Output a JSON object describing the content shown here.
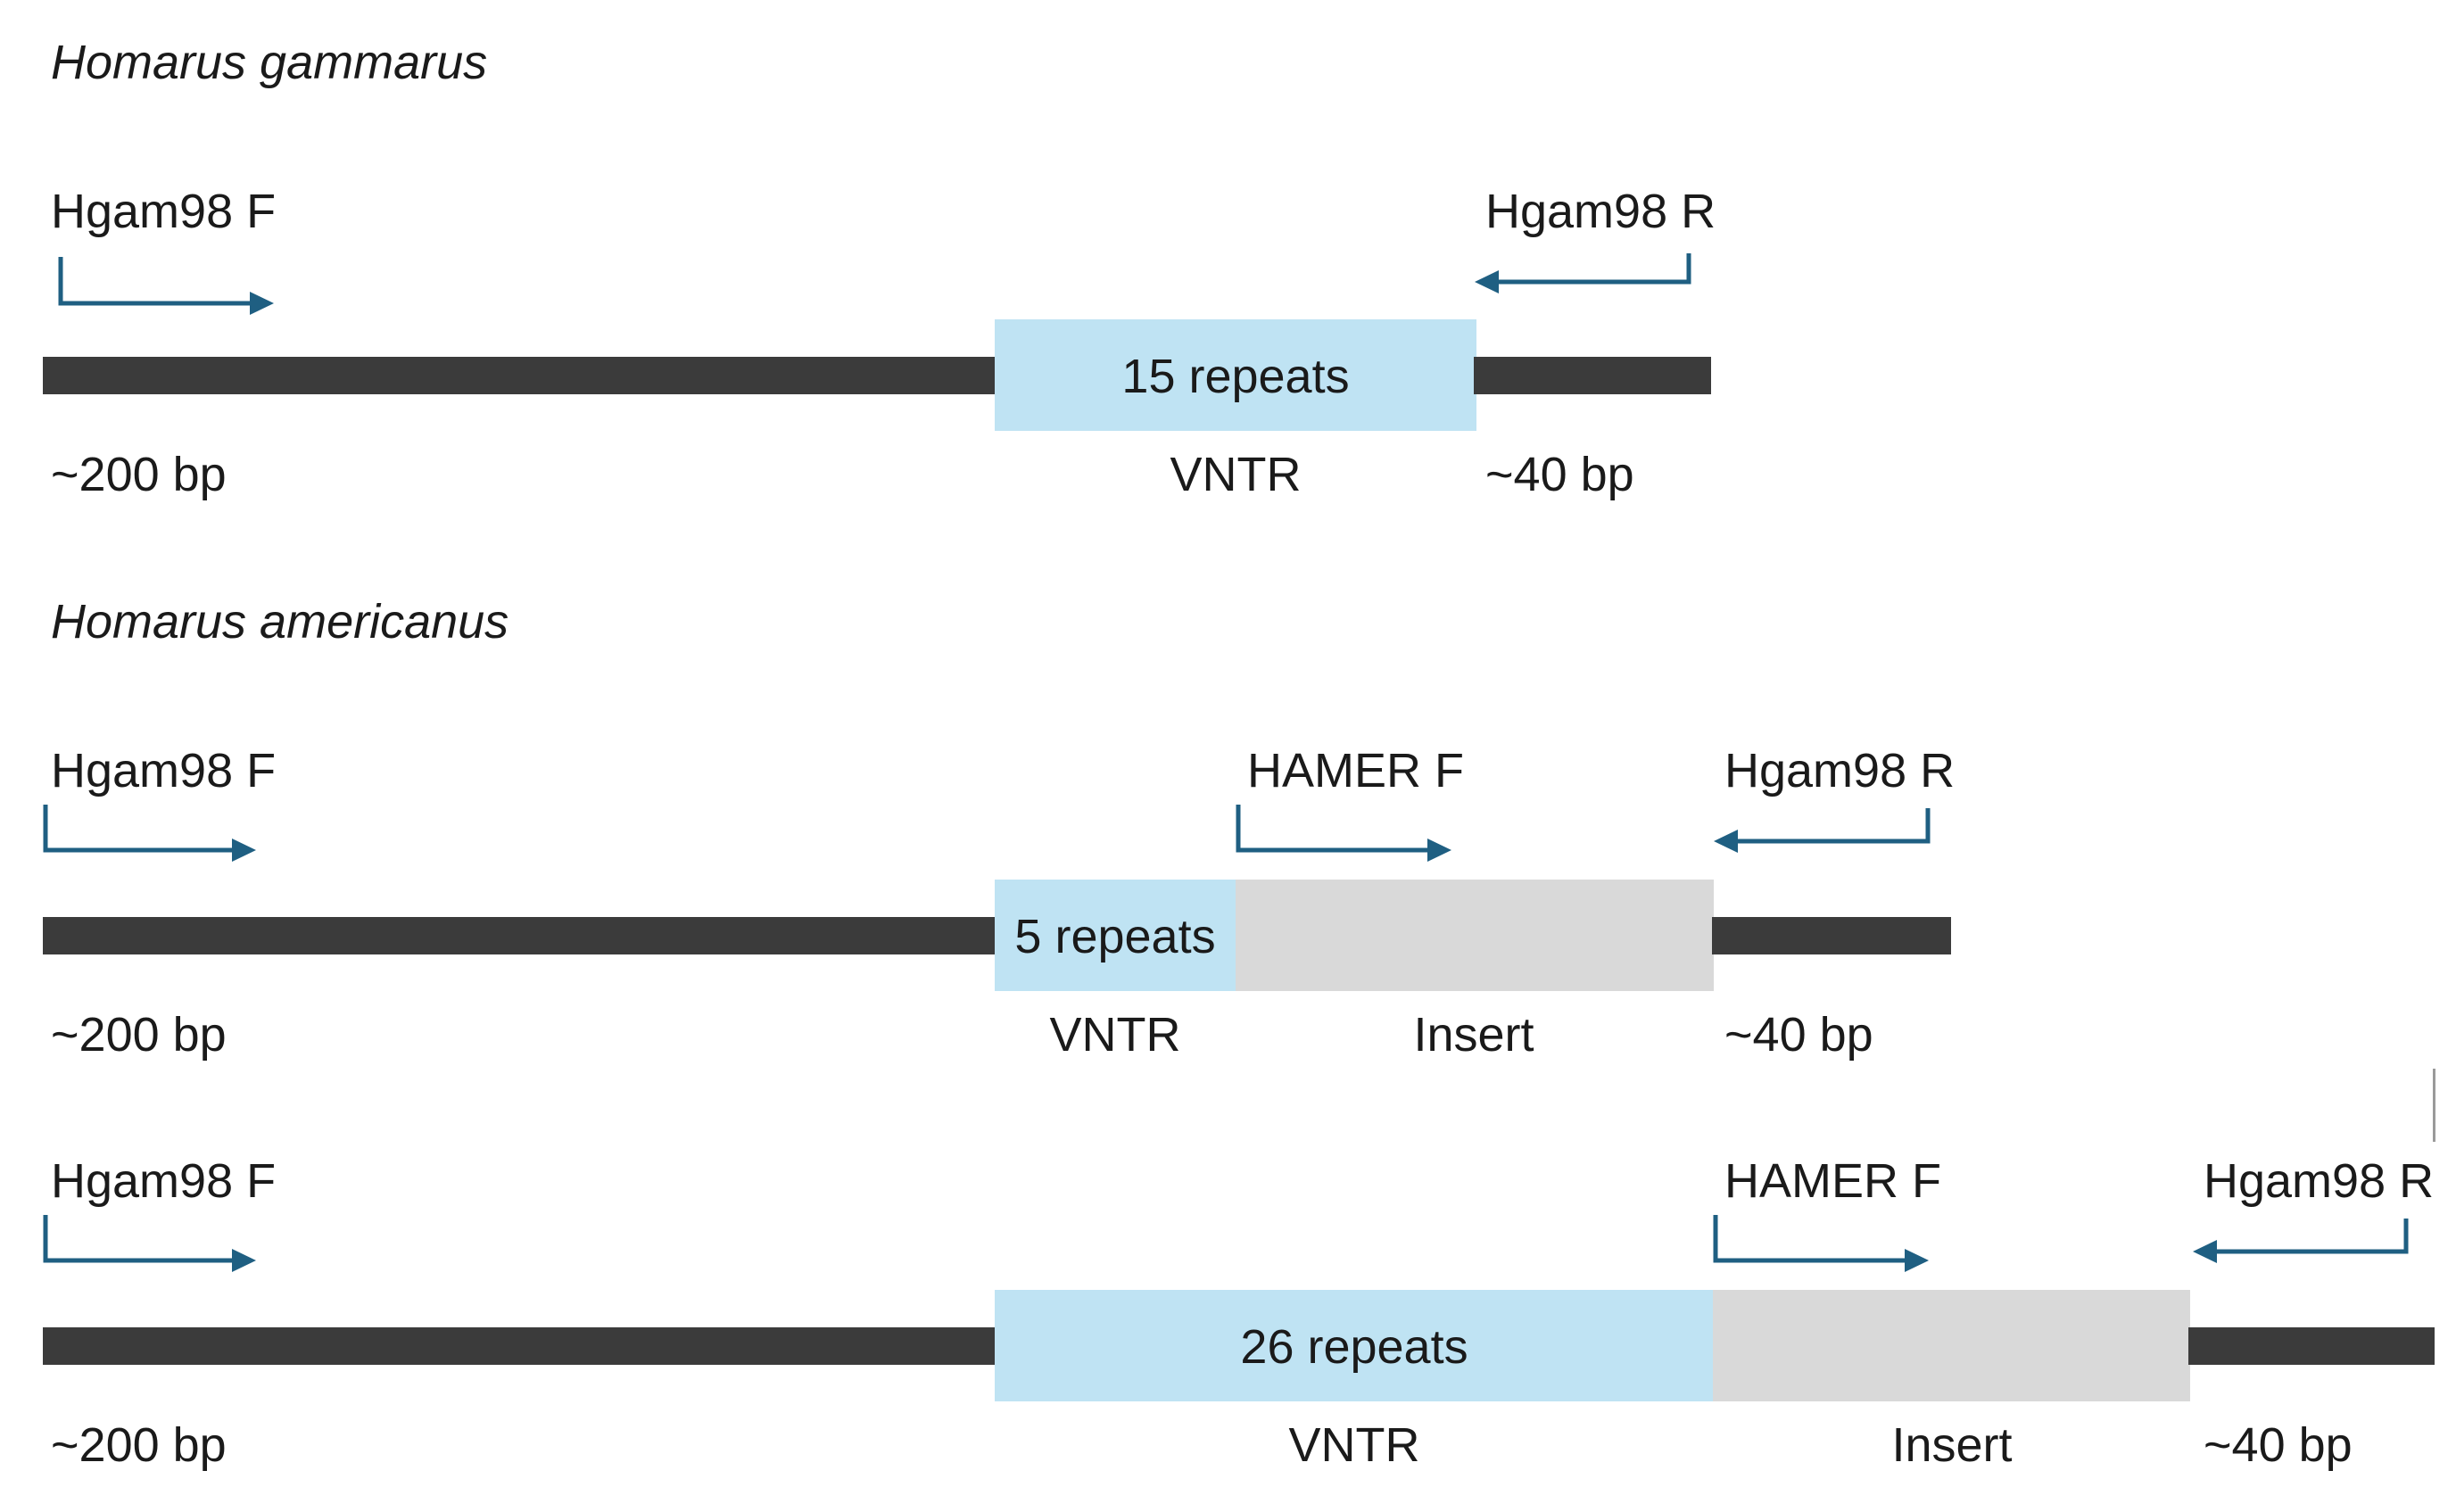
{
  "species": {
    "gammarus": "Homarus gammarus",
    "americanus": "Homarus americanus"
  },
  "colors": {
    "backbone": "#3b3b3b",
    "vntr": "#bfe3f3",
    "insert": "#d9d9d9",
    "primer_arrow": "#1f5f82"
  },
  "row1": {
    "forward_primer": "Hgam98 F",
    "reverse_primer": "Hgam98 R",
    "repeats": "15 repeats",
    "left_flank": "~200 bp",
    "vntr_label": "VNTR",
    "right_flank": "~40 bp"
  },
  "row2": {
    "forward_primer": "Hgam98 F",
    "hamer_primer": "HAMER F",
    "reverse_primer": "Hgam98 R",
    "repeats": "5 repeats",
    "left_flank": "~200 bp",
    "vntr_label": "VNTR",
    "insert_label": "Insert",
    "right_flank": "~40 bp"
  },
  "row3": {
    "forward_primer": "Hgam98 F",
    "hamer_primer": "HAMER F",
    "reverse_primer": "Hgam98 R",
    "repeats": "26 repeats",
    "left_flank": "~200 bp",
    "vntr_label": "VNTR",
    "insert_label": "Insert",
    "right_flank": "~40 bp"
  }
}
